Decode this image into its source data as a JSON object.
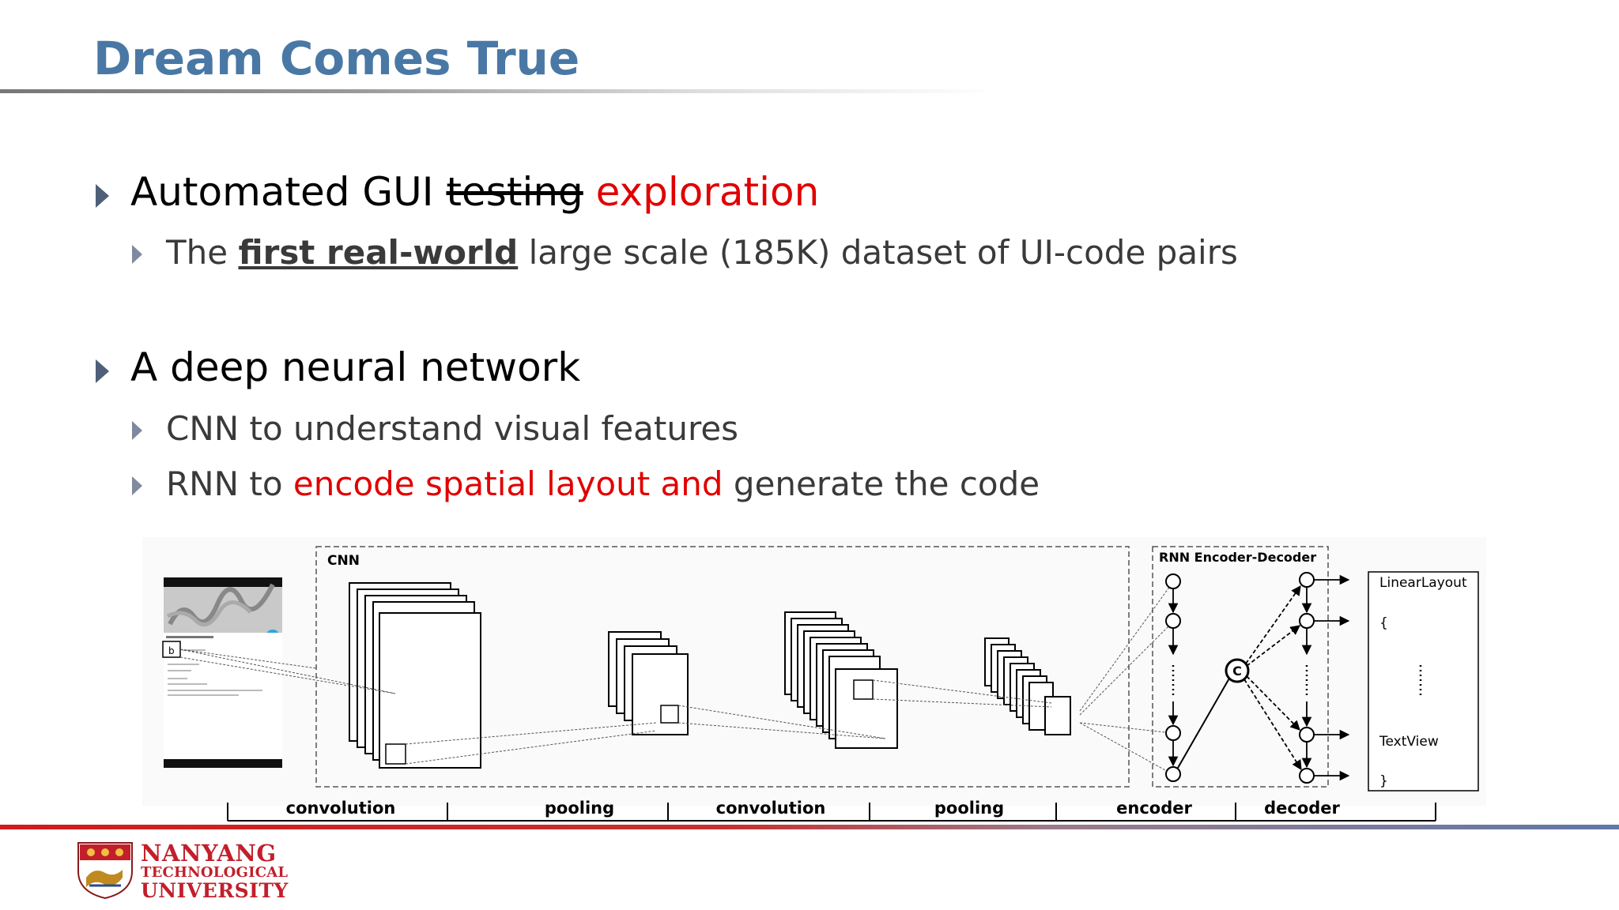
{
  "title": "Dream Comes True",
  "bullets": {
    "b1": {
      "part1": "Automated GUI ",
      "strike": "testing",
      "red": " exploration"
    },
    "b1_sub": {
      "part1": "The ",
      "bold": "first real-world",
      "part2": " large scale (185K) dataset of UI-code pairs"
    },
    "b2": {
      "text": "A deep neural network"
    },
    "b2_sub1": {
      "text": "CNN to understand visual features"
    },
    "b2_sub2": {
      "part1": "RNN to ",
      "red": "encode spatial layout and",
      "part2": " generate the code"
    }
  },
  "diagram": {
    "cnn_label": "CNN",
    "rnn_label": "RNN Encoder-Decoder",
    "code": {
      "line1": "LinearLayout",
      "line2": "{",
      "line3": "TextView",
      "line4": "}"
    },
    "stages": [
      "convolution",
      "pooling",
      "convolution",
      "pooling",
      "encoder",
      "decoder"
    ],
    "c_label": "C"
  },
  "logo": {
    "line1": "NANYANG",
    "line2": "TECHNOLOGICAL",
    "line3": "UNIVERSITY"
  },
  "colors": {
    "title": "#4a78a5",
    "accent_red": "#e00000",
    "bullet_arrow": "#4f5f78"
  }
}
